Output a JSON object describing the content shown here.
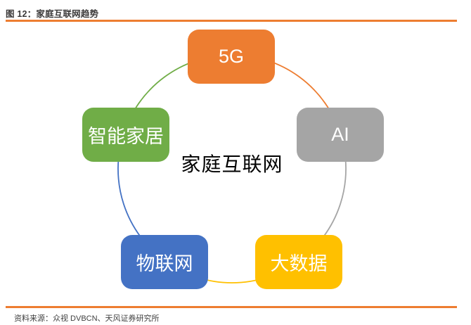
{
  "header": {
    "figure_title": "图 12：家庭互联网趋势"
  },
  "footer": {
    "source": "资料来源：众视 DVBCN、天风证券研究所"
  },
  "accent_color": "#ED7D31",
  "diagram": {
    "type": "cycle",
    "center_label": "家庭互联网",
    "nodes": [
      {
        "label": "5G",
        "color": "#ED7D31",
        "position": "top"
      },
      {
        "label": "AI",
        "color": "#A5A5A5",
        "position": "right"
      },
      {
        "label": "大数据",
        "color": "#FFC000",
        "position": "bottom-right"
      },
      {
        "label": "物联网",
        "color": "#4472C4",
        "position": "bottom-left"
      },
      {
        "label": "智能家居",
        "color": "#70AD47",
        "position": "left"
      }
    ]
  }
}
